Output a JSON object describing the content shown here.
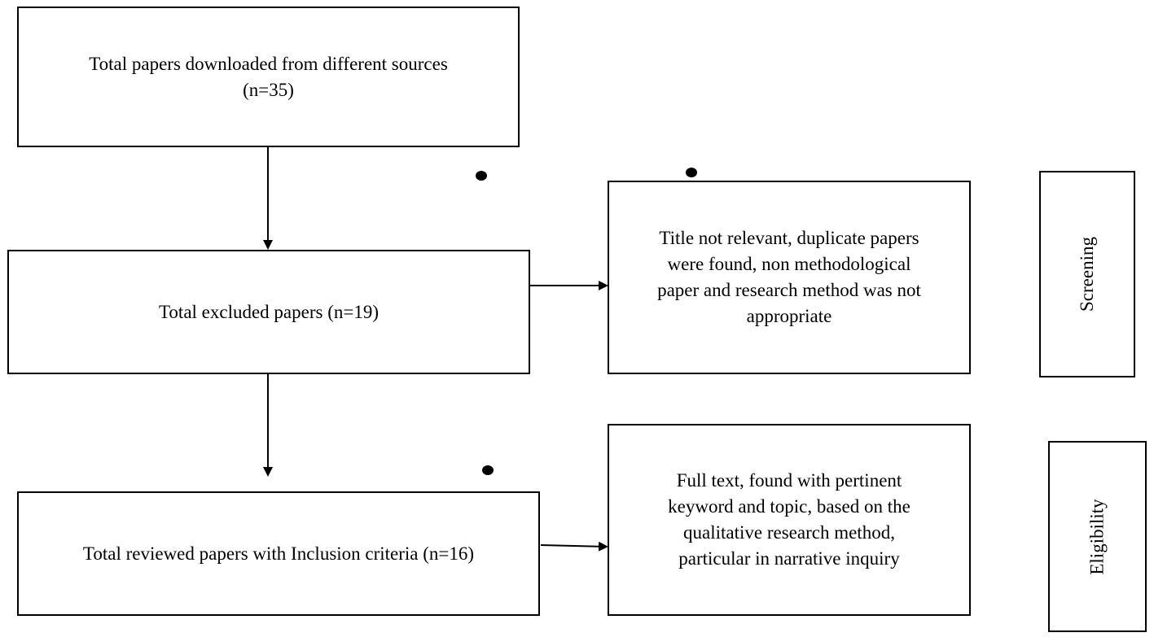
{
  "flow": {
    "downloaded": {
      "line1": "Total papers downloaded from different sources",
      "line2": "(n=35)"
    },
    "excluded": {
      "text": "Total excluded papers (n=19)"
    },
    "reviewed": {
      "text": "Total reviewed papers with Inclusion criteria (n=16)"
    }
  },
  "notes": {
    "exclusion_reasons": {
      "line1": "Title not relevant, duplicate papers",
      "line2": "were found, non methodological",
      "line3": "paper and research method was not",
      "line4": "appropriate"
    },
    "inclusion_reasons": {
      "line1": "Full text, found with pertinent",
      "line2": "keyword and topic, based on the",
      "line3": "qualitative research method,",
      "line4": "particular in narrative inquiry"
    }
  },
  "stages": {
    "screening": "Screening",
    "eligibility": "Eligibility"
  },
  "colors": {
    "stroke": "#000000",
    "background": "#ffffff"
  }
}
